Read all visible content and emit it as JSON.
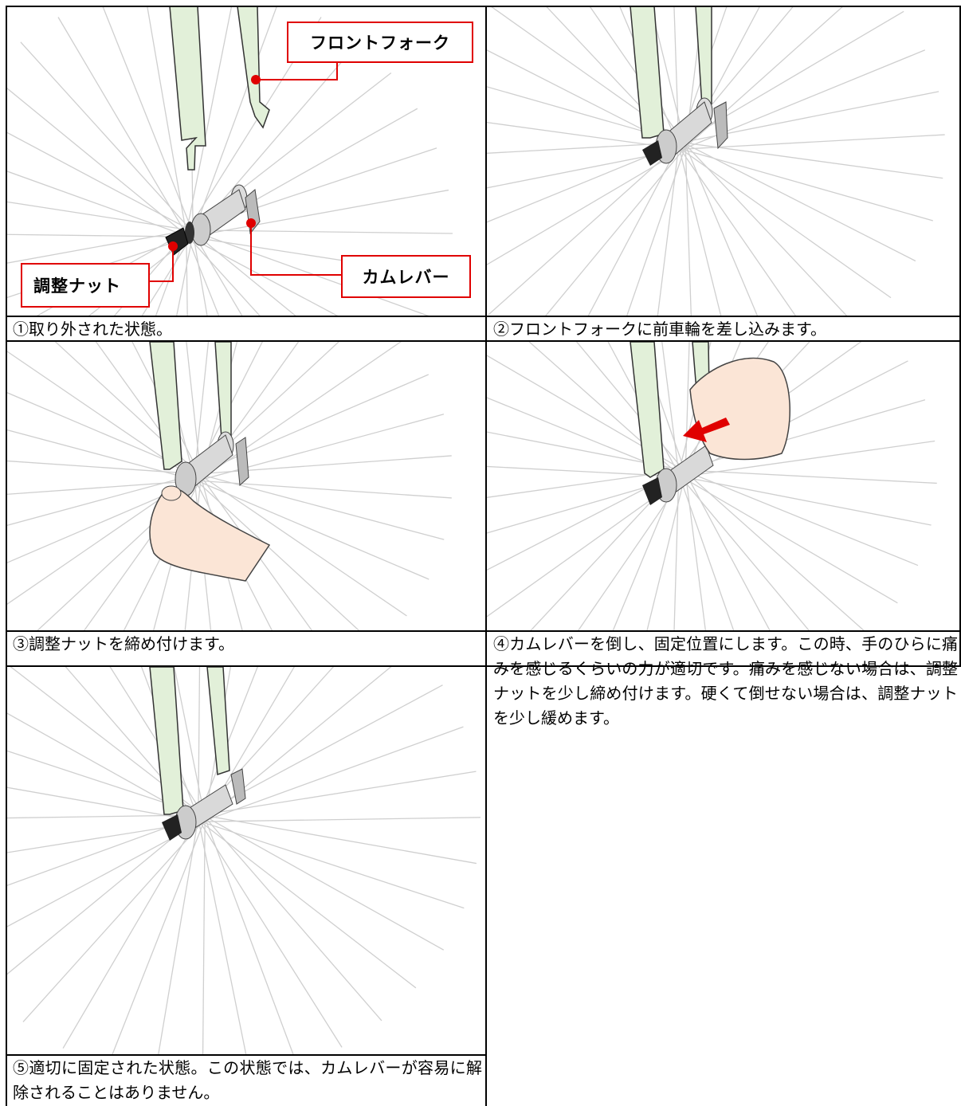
{
  "labels": {
    "front_fork": "フロントフォーク",
    "adjust_nut": "調整ナット",
    "cam_lever": "カムレバー"
  },
  "captions": {
    "step1": "①取り外された状態。",
    "step2": "②フロントフォークに前車輪を差し込みます。",
    "step3": "③調整ナットを締め付けます。",
    "step4": "④カムレバーを倒し、固定位置にします。この時、手のひらに痛みを感じるくらいの力が適切です。痛みを感じない場合は、調整ナットを少し締め付けます。硬くて倒せない場合は、調整ナットを少し緩めます。",
    "step5": "⑤適切に固定された状態。この状態では、カムレバーが容易に解除されることはありません。"
  },
  "colors": {
    "fork_fill": "#e2f0d9",
    "callout_border": "#e00000",
    "spoke": "#cccccc",
    "skin": "#fbe5d6",
    "arrow": "#e00000"
  }
}
